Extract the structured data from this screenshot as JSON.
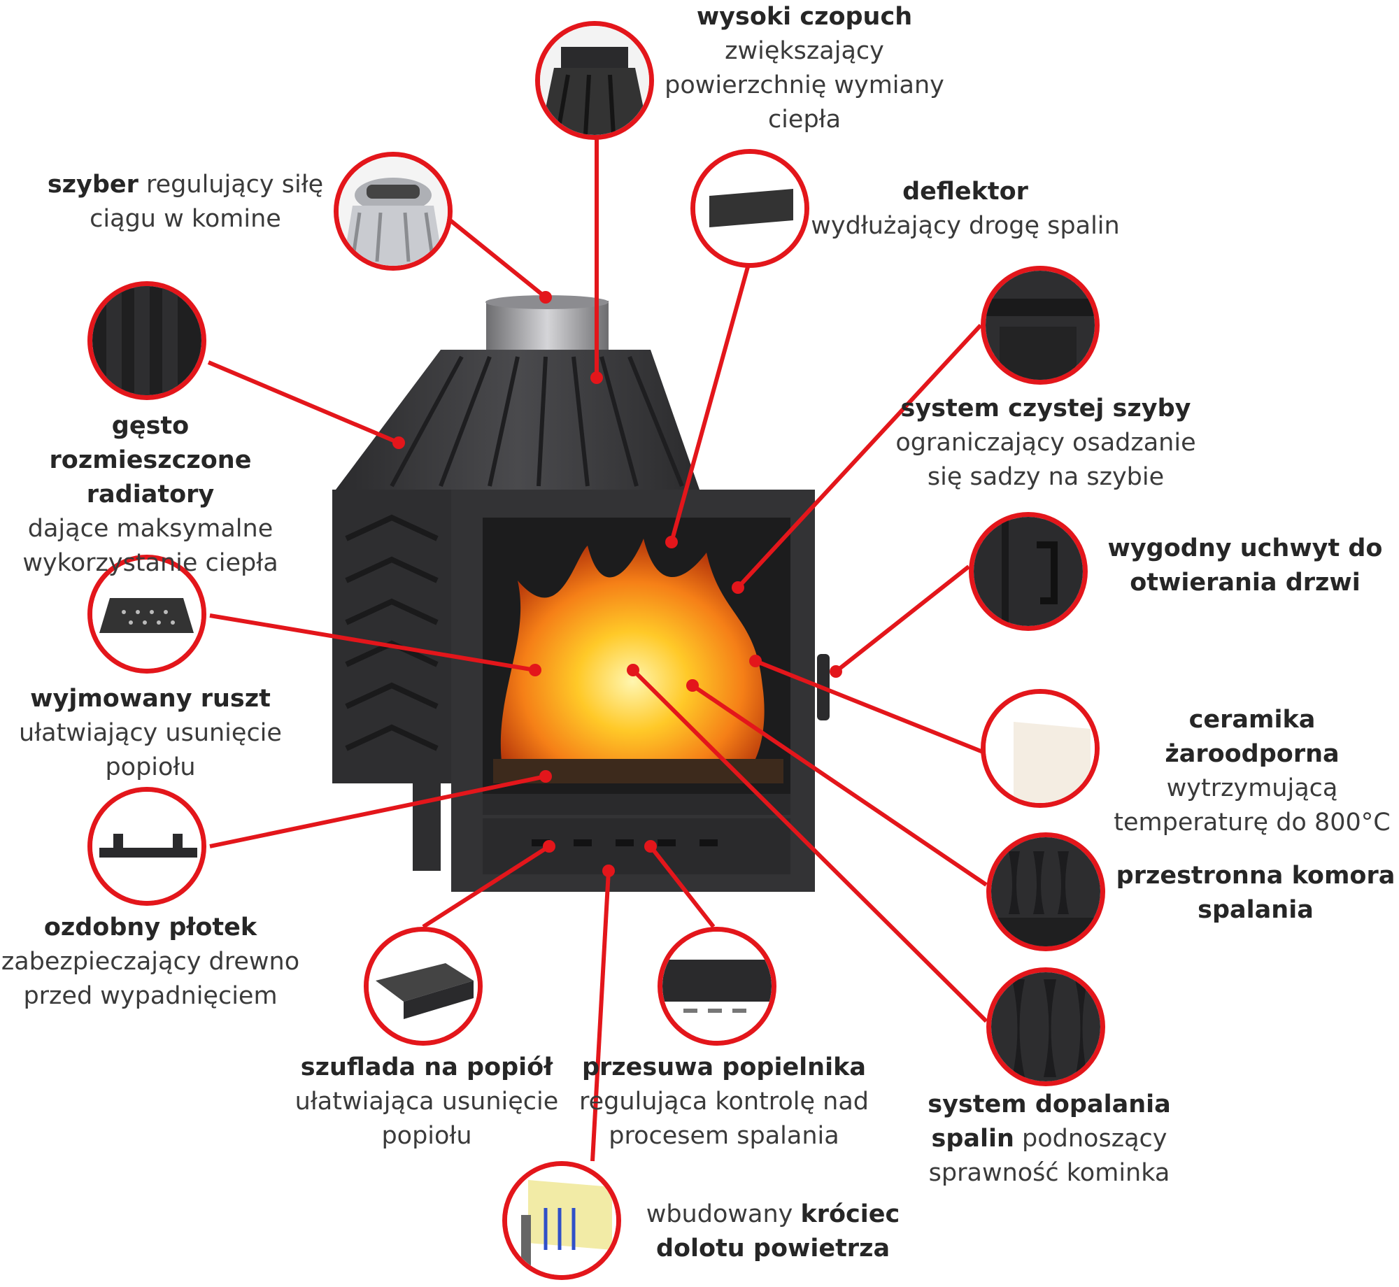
{
  "labels": {
    "czopuch": {
      "title": "wysoki czopuch",
      "lines": [
        "zwiększający",
        "powierzchnię wymiany",
        "ciepła"
      ]
    },
    "szyber": {
      "title": "szyber",
      "rest": " regulujący siłę",
      "line2": "ciągu w komine"
    },
    "deflektor": {
      "title": "deflektor",
      "line2": "wydłużający drogę spalin"
    },
    "radiatory": {
      "title1": "gęsto rozmieszczone",
      "title2": "radiatory",
      "lines": [
        "dające maksymalne",
        "wykorzystanie ciepła"
      ]
    },
    "szyba": {
      "title": "system czystej szyby",
      "lines": [
        "ograniczający osadzanie",
        "się sadzy na szybie"
      ]
    },
    "uchwyt": {
      "title1": "wygodny uchwyt do",
      "title2": "otwierania drzwi"
    },
    "ruszt": {
      "title": "wyjmowany ruszt",
      "lines": [
        "ułatwiający usunięcie",
        "popiołu"
      ]
    },
    "ceramika": {
      "title": "ceramika żaroodporna",
      "lines": [
        "wytrzymującą",
        "temperaturę do 800°C"
      ]
    },
    "plotek": {
      "title": "ozdobny płotek",
      "lines": [
        "zabezpieczający drewno",
        "przed wypadnięciem"
      ]
    },
    "komora": {
      "title1": "przestronna komora",
      "title2": "spalania"
    },
    "szuflada": {
      "title": "szuflada na popiół",
      "lines": [
        "ułatwiająca usunięcie",
        "popiołu"
      ]
    },
    "przesuwa": {
      "title": "przesuwa popielnika",
      "lines": [
        "regulująca kontrolę nad",
        "procesem spalania"
      ]
    },
    "dopalanie": {
      "title1": "system dopalania",
      "title2": "spalin",
      "rest": " podnoszący",
      "line3": "sprawność kominka"
    },
    "krociec": {
      "pre": "wbudowany ",
      "title1": "króciec",
      "title2": "dolotu powietrza"
    }
  },
  "colors": {
    "accent": "#e3161b",
    "metal": "#3a3a3c",
    "flame": "#f7a41c"
  }
}
